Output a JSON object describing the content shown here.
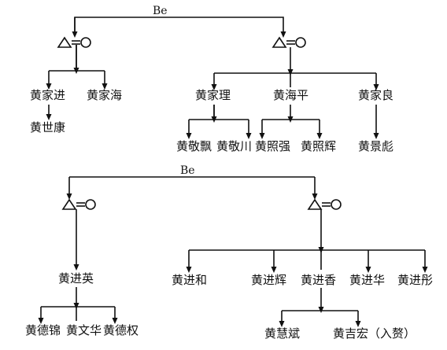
{
  "diagram1": {
    "root_label": "Be",
    "parent_symbol": "△=○",
    "branch_a_parents": "△=○",
    "branch_b_parents": "△=○",
    "children_a": [
      "黄家进",
      "黄家海"
    ],
    "grandchild_a": "黄世康",
    "children_b": [
      "黄家理",
      "黄海平",
      "黄家良"
    ],
    "grandchildren_li": [
      "黄敬飘",
      "黄敬川"
    ],
    "grandchildren_ping": [
      "黄照强",
      "黄照辉"
    ],
    "grandchild_liang": "黄景彪"
  },
  "diagram2": {
    "root_label": "Be",
    "branch_a_parents": "△=○",
    "branch_b_parents": "△=○",
    "child_a": "黄进英",
    "grandchildren_a": [
      "黄德锦",
      "黄文华",
      "黄德权"
    ],
    "children_b": [
      "黄进和",
      "黄进辉",
      "黄进香",
      "黄进华",
      "黄进彤"
    ],
    "grandchildren_xiang": [
      "黄慧斌",
      "黄吉宏（入赘）"
    ]
  },
  "colors": {
    "line": "#111111",
    "text": "#111111"
  }
}
